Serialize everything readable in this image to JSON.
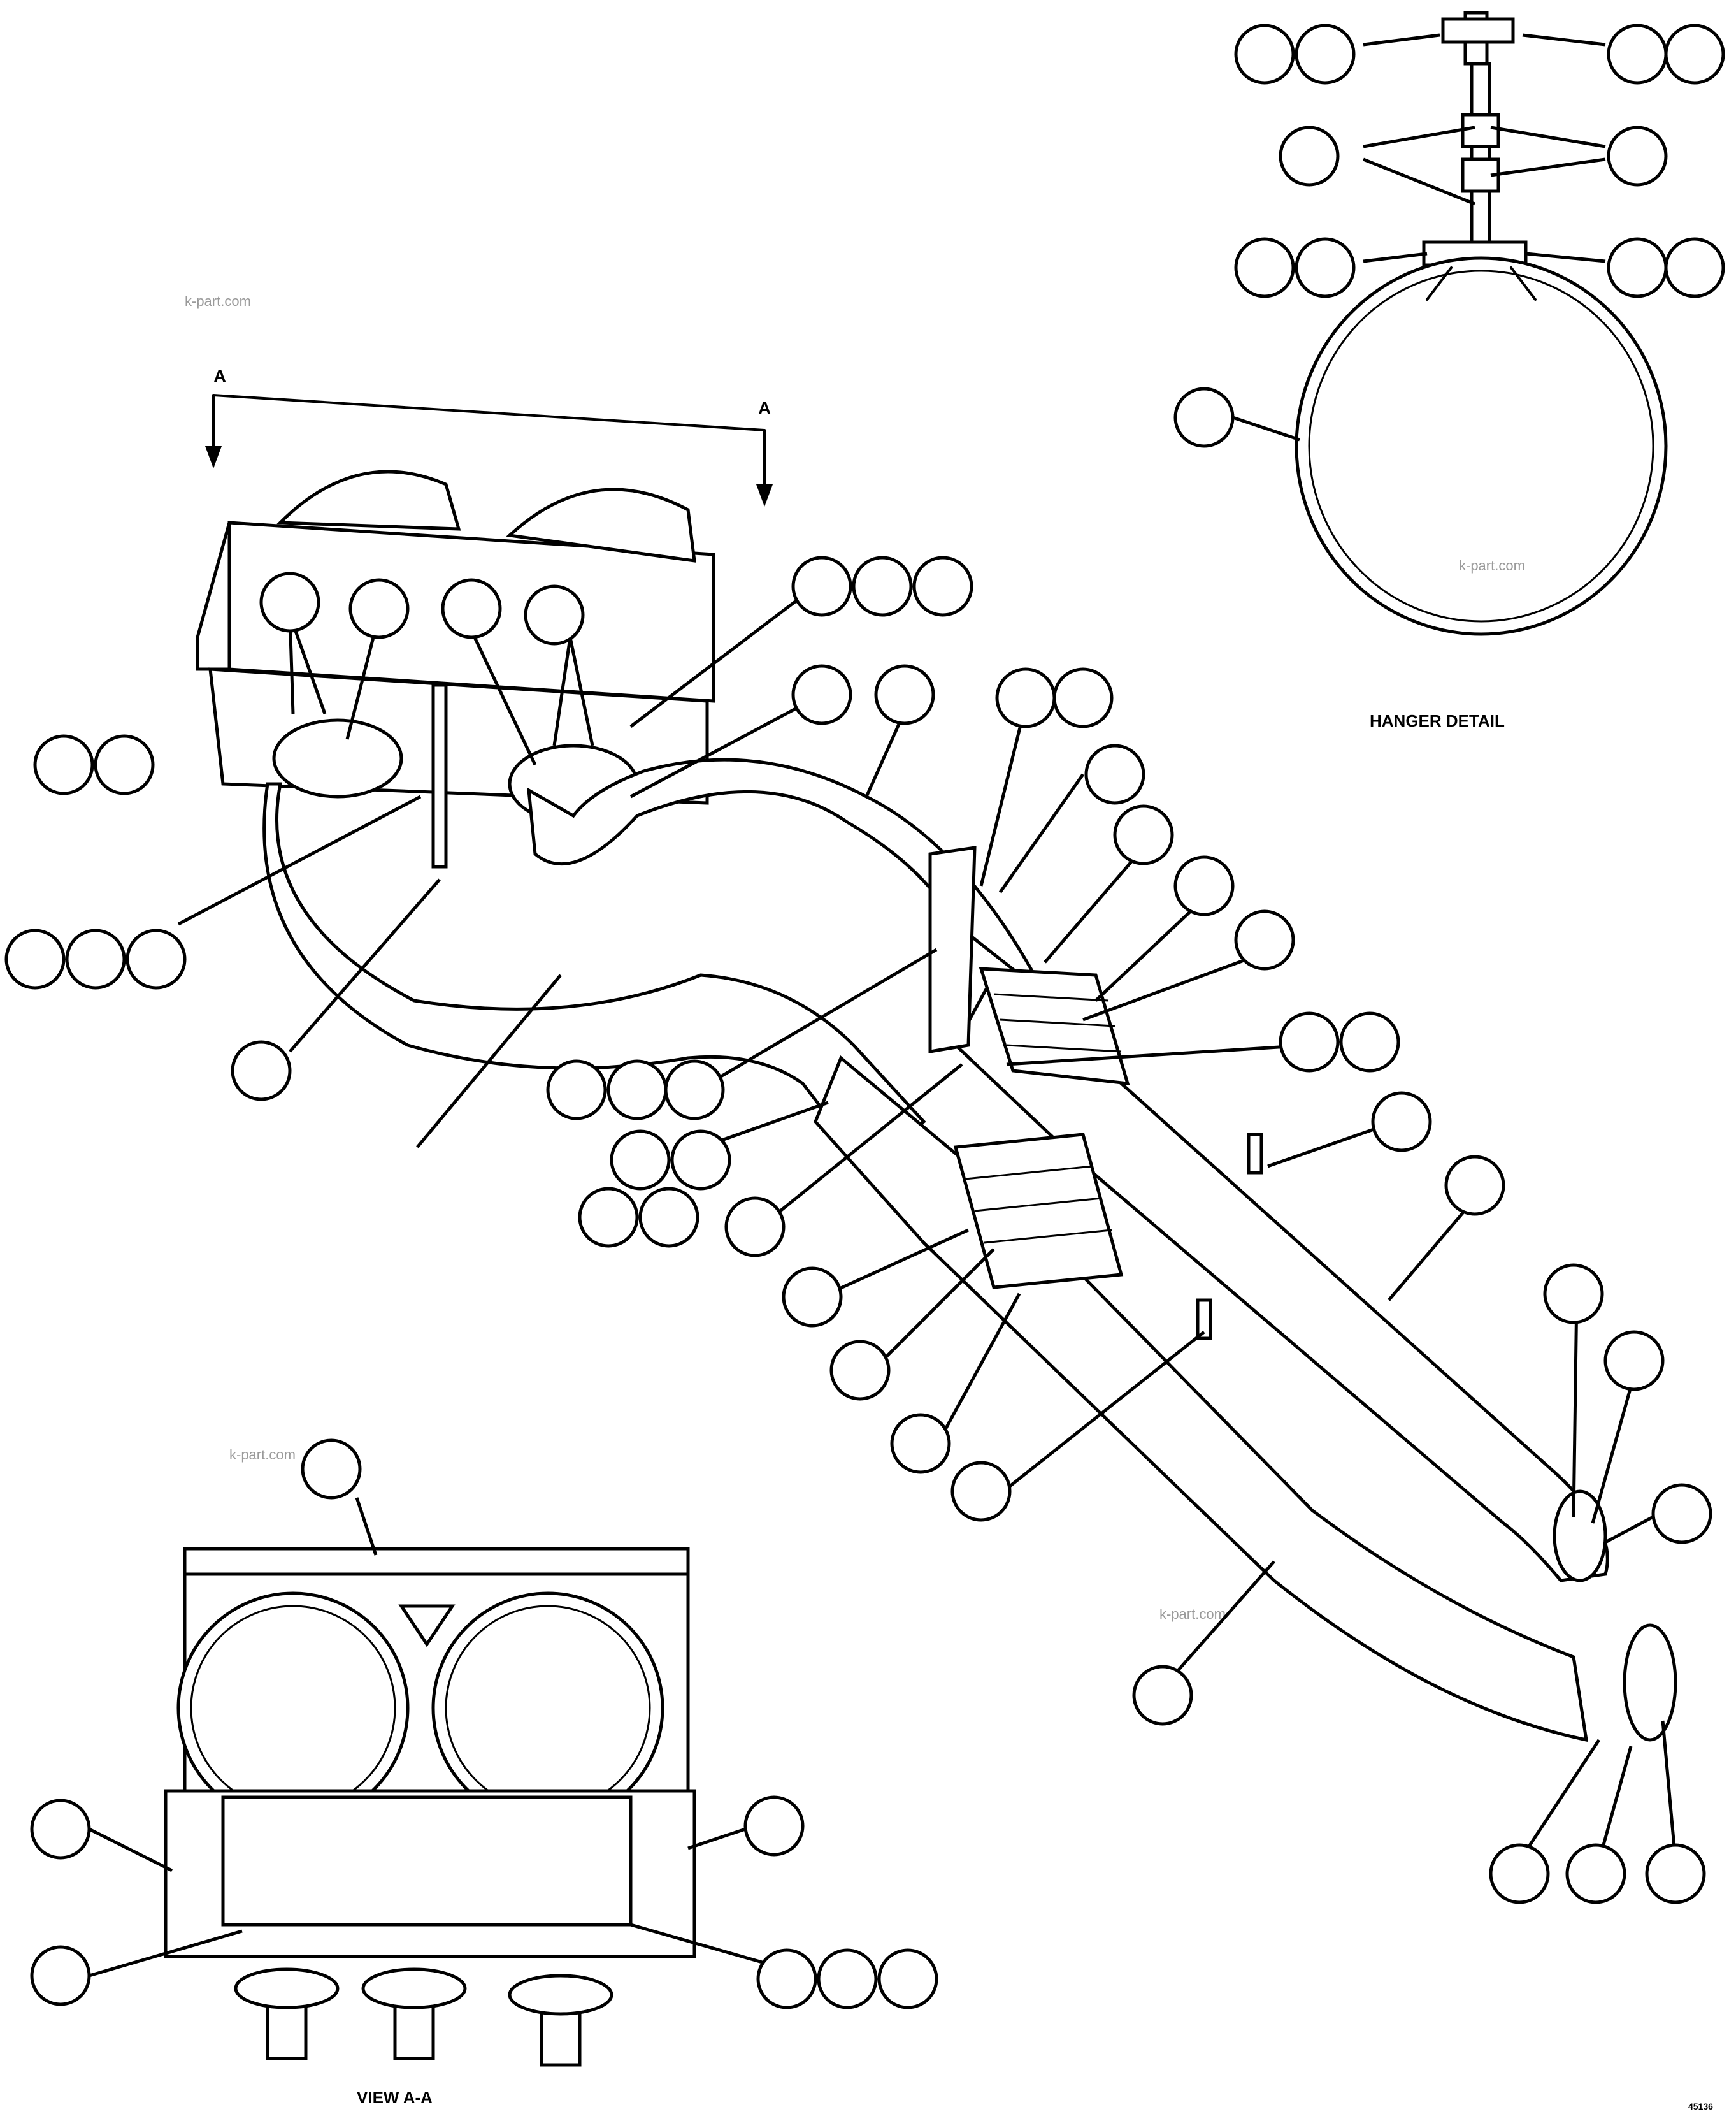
{
  "labels": {
    "section_marker_left": "A",
    "section_marker_right": "A",
    "hanger_detail": "HANGER DETAIL",
    "view_aa": "VIEW A-A",
    "drawing_number": "45136"
  },
  "watermarks": [
    "k-part.com",
    "k-part.com",
    "k-part.com",
    "k-part.com"
  ],
  "callout_bubbles_note": ""
}
